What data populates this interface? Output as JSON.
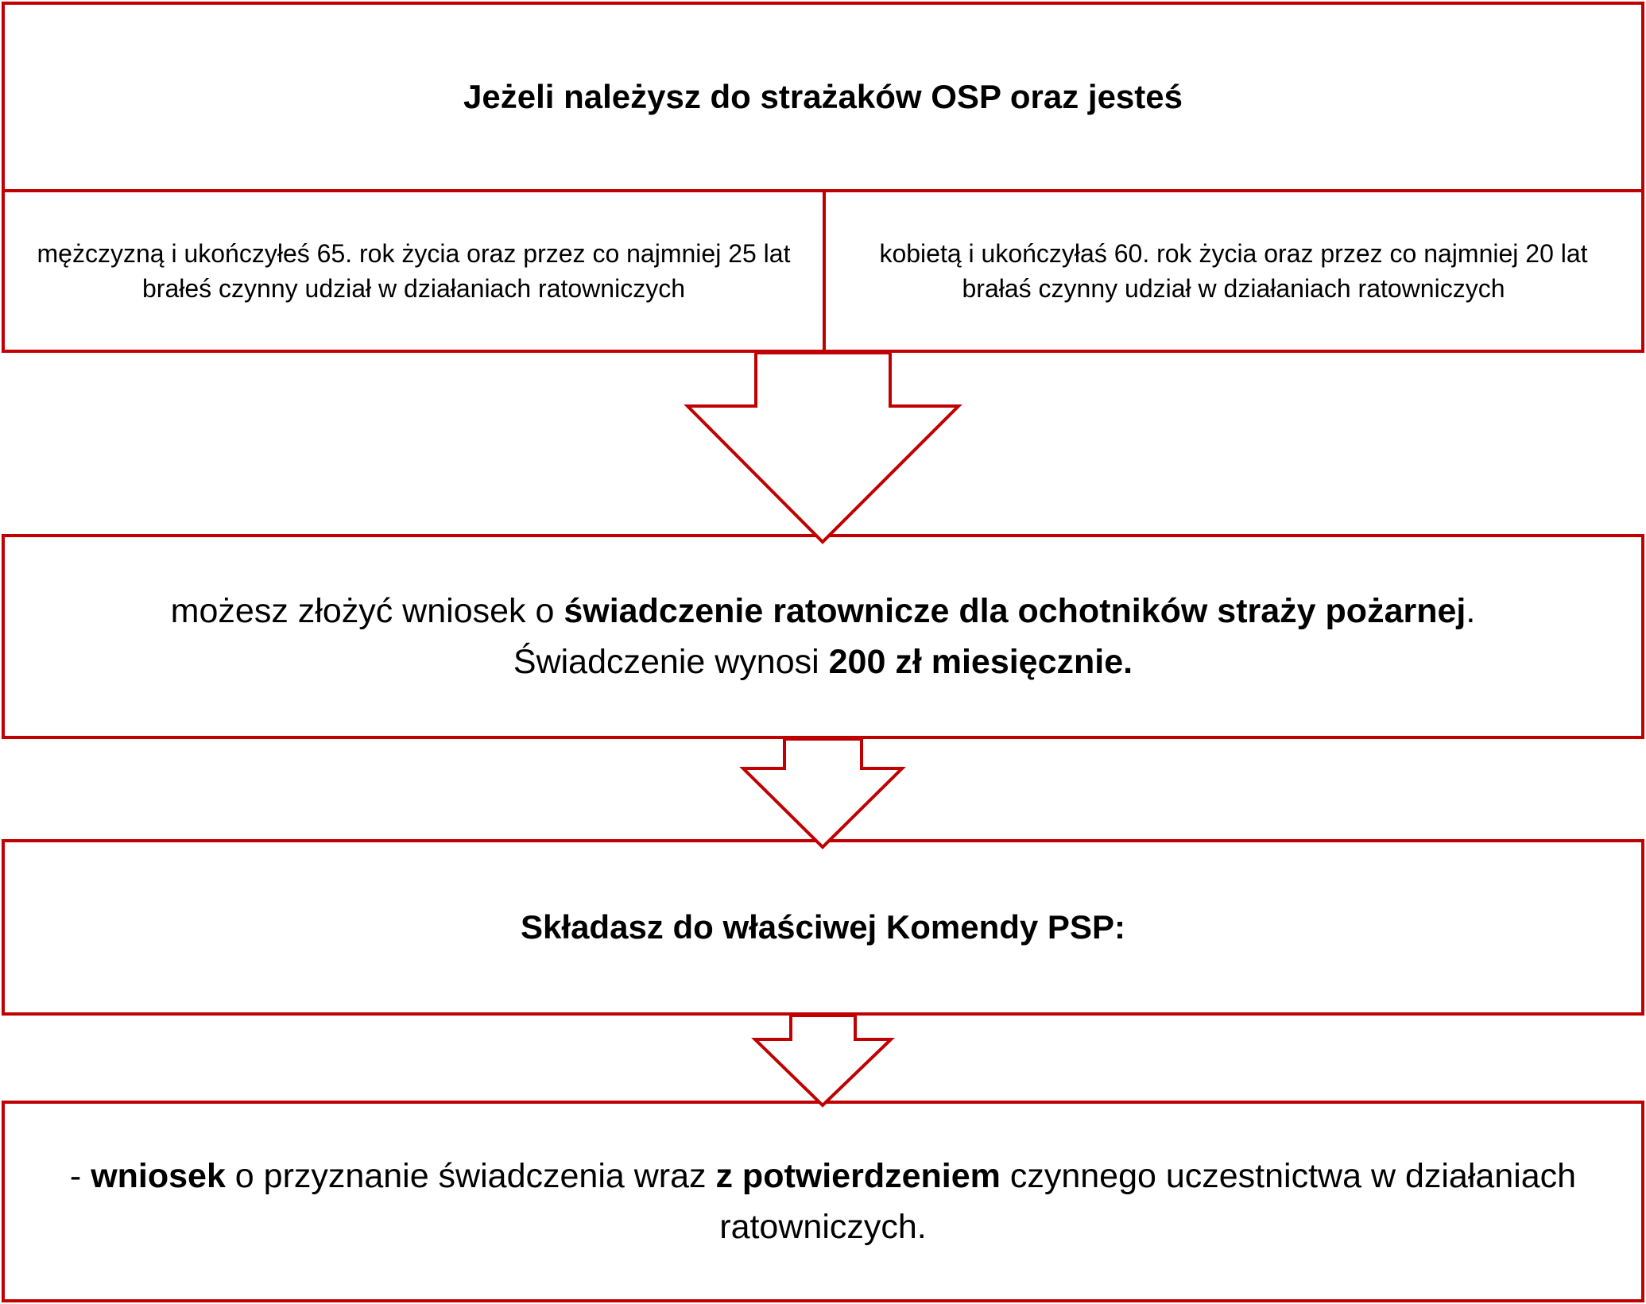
{
  "title": "Jeżeli należysz do strażaków OSP oraz jesteś",
  "conditions": {
    "male": "mężczyzną i ukończyłeś 65. rok życia oraz przez co najmniej 25 lat brałeś czynny udział w działaniach ratowniczych",
    "female": "kobietą i ukończyłaś 60. rok życia oraz przez co najmniej 20 lat brałaś czynny udział w działaniach ratowniczych"
  },
  "benefit": {
    "p1": "możesz złożyć wniosek o ",
    "p1_bold": "świadczenie ratownicze dla ochotników straży pożarnej",
    "p1_end": ".",
    "p2": "Świadczenie wynosi ",
    "p2_bold": "200 zł miesięcznie."
  },
  "submit": "Składasz do właściwej Komendy PSP:",
  "documents": {
    "a": "- ",
    "a_bold": "wniosek",
    "b": " o przyznanie świadczenia wraz ",
    "b_bold": "z potwierdzeniem",
    "c": " czynnego uczestnictwa w działaniach ratowniczych."
  },
  "colors": {
    "border": "#c00000"
  }
}
